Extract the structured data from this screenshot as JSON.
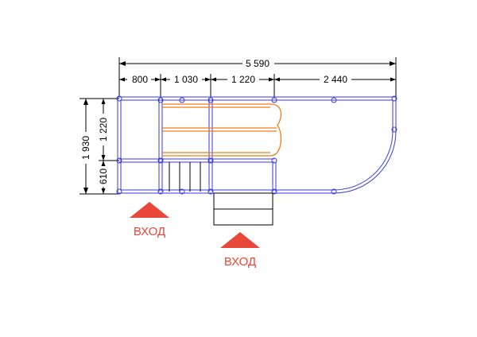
{
  "dimensions": {
    "total_width": "5 590",
    "segments": [
      "800",
      "1 030",
      "1 220",
      "2 440"
    ],
    "total_depth": "1 930",
    "depth_upper": "1 220",
    "depth_lower": "610"
  },
  "entrances": [
    {
      "label": "ВХОД"
    },
    {
      "label": "ВХОД"
    }
  ],
  "colors": {
    "frame": "#3a3adf",
    "slide": "#f07d1a",
    "dimension": "#000000",
    "entry": "#e8473a"
  }
}
